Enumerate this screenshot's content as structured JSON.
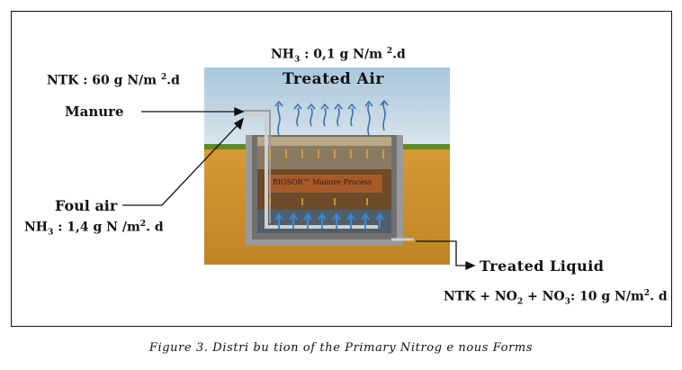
{
  "figure": {
    "caption": "Figure 3.  Distri bu tion of the Primary Nitrog e nous Forms"
  },
  "labels": {
    "nh3_treated_prefix": "NH",
    "nh3_treated_sub": "3",
    "nh3_treated_value": " : 0,1  g  N/m ",
    "nh3_treated_sup": "2",
    "nh3_treated_unit": ".d",
    "ntk_input": "NTK : 60  g  N/m ",
    "ntk_input_sup": "2",
    "ntk_input_unit": ".d",
    "treated_air": "Treated  Air",
    "manure": "Manure",
    "foul_air": "Foul air",
    "nh3_foul_prefix": "NH",
    "nh3_foul_sub": "3",
    "nh3_foul_value": " : 1,4  g  N /m",
    "nh3_foul_sup": "2",
    "nh3_foul_unit": ". d",
    "process_box": "BIOSOR™ Manure Process",
    "treated_liquid": "Treated  Liquid",
    "out_ntk": "NTK + NO",
    "out_no2_sub": "2",
    "out_plus": " + ",
    "out_no3": "NO",
    "out_no3_sub": "3",
    "out_value": ": 10  g  N/m",
    "out_sup": "2",
    "out_unit": ". d"
  },
  "colors": {
    "sky_top": "#a9c6dc",
    "sky_bottom": "#d6e3ea",
    "grass": "#5f8a2e",
    "soil": "#c98f2d",
    "tank_wall": "#8e8e8e",
    "tank_fill": "#6d4a2a",
    "process_box": "#a65a2a",
    "arrow_air": "#3a6fb0",
    "arrow_flow": "#e0b12a",
    "black": "#111111"
  }
}
